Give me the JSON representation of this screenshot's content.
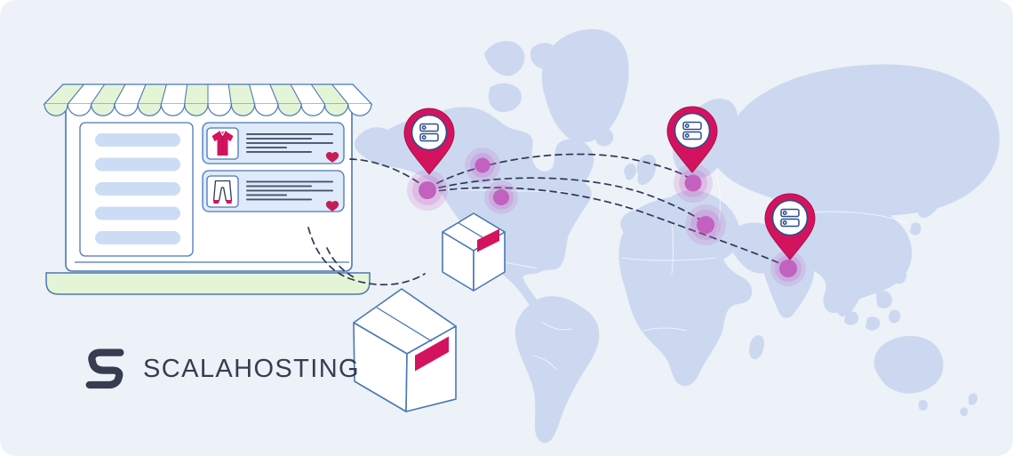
{
  "brand": {
    "logo_text": "SCALAHOSTING"
  },
  "illustration": {
    "scene": "online storefront laptop linked to global server locations on a world map, with shipping packages",
    "storefront": {
      "awning_stripe_count": 14,
      "sidebar_row_count": 5,
      "product_cards": [
        {
          "icon": "shirt",
          "text_line_count": 5,
          "favorited": true
        },
        {
          "icon": "pants",
          "text_line_count": 5,
          "favorited": true
        }
      ]
    },
    "map_pins": [
      {
        "region": "north-america-west",
        "icon": "server-stack"
      },
      {
        "region": "northern-europe",
        "icon": "server-stack"
      },
      {
        "region": "south-asia",
        "icon": "server-stack"
      }
    ],
    "glow_dot_count": 6,
    "connection_line_count": 6,
    "package_count": 2,
    "colors": {
      "background": "#edf1f8",
      "map_land": "#ccd8f0",
      "outline_blue": "#4a77b8",
      "navy": "#2b4f8e",
      "dash": "#2e3a55",
      "accent": "#d4135e",
      "heart": "#c41e56",
      "light_green": "#e4f4d6",
      "light_blue": "#ccdcf5",
      "card_blue": "#dfeafa",
      "text_line": "#46536e",
      "dot_purple": "#c261c0",
      "logo_text_color": "#363d50"
    }
  }
}
